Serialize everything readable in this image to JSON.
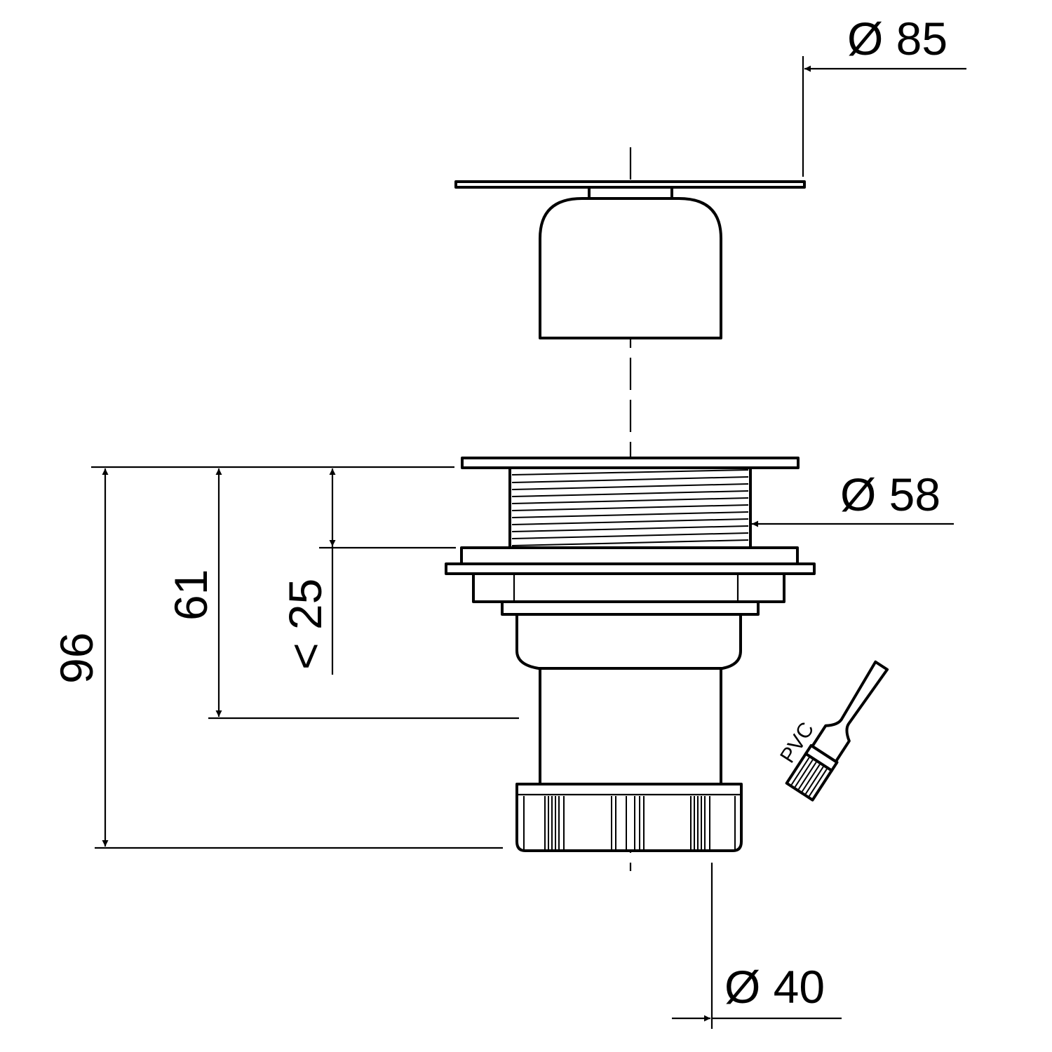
{
  "drawing": {
    "dimensions": {
      "cap_diameter": "Ø 85",
      "thread_diameter": "Ø 58",
      "outlet_diameter": "Ø 40",
      "total_height": "96",
      "body_height": "61",
      "max_thickness": "< 25"
    },
    "brush_label": "PVC",
    "line_color": "#000000",
    "background_color": "#ffffff"
  }
}
